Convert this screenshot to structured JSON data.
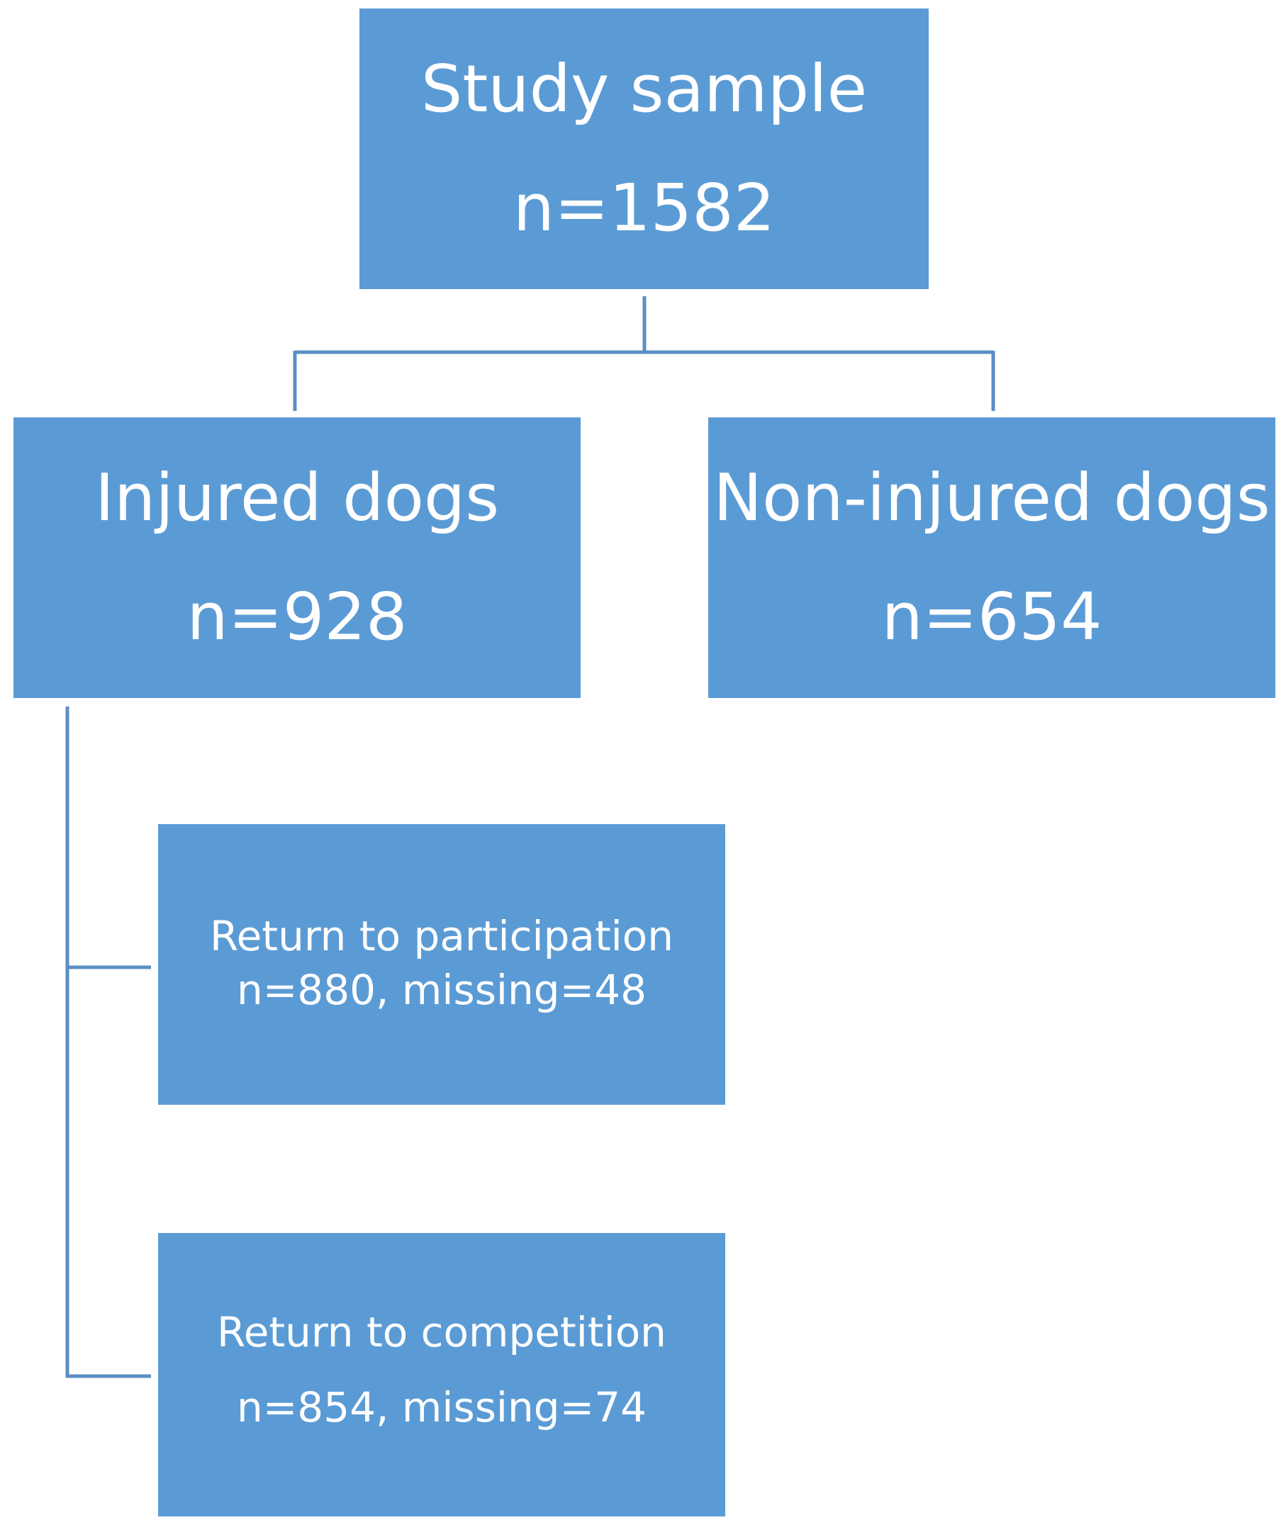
{
  "colors": {
    "box_fill": "#5b9bd5",
    "connector": "#5b8fc4",
    "text": "#ffffff"
  },
  "boxes": {
    "study": {
      "title": "Study sample",
      "count": "n=1582"
    },
    "injured": {
      "title": "Injured dogs",
      "count": "n=928"
    },
    "noninjured": {
      "title": "Non-injured dogs",
      "count": "n=654"
    },
    "return_participation": {
      "title": "Return to participation",
      "count": "n=880, missing=48"
    },
    "return_competition": {
      "title": "Return to competition",
      "count": "n=854, missing=74"
    }
  }
}
